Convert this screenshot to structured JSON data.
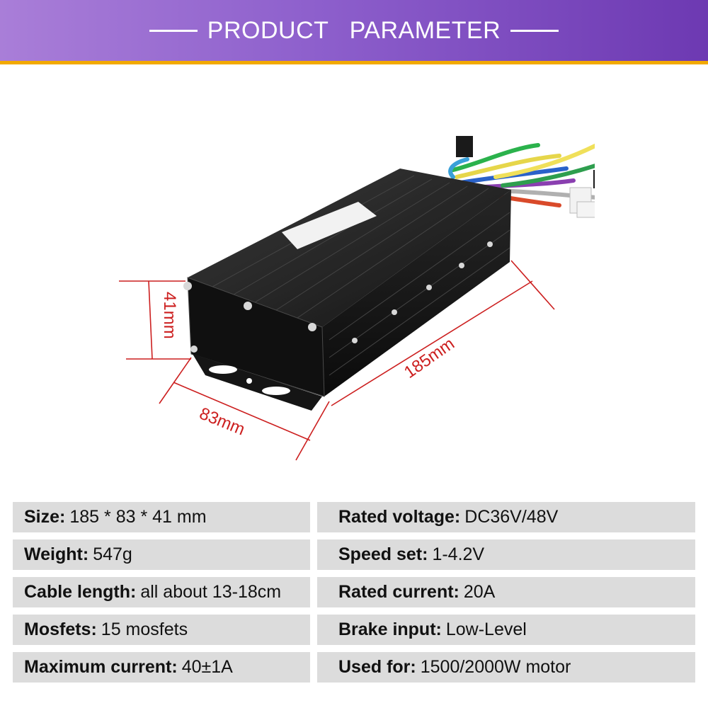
{
  "header": {
    "title": "PRODUCT   PARAMETER"
  },
  "dimensions": {
    "height": "41mm",
    "width": "83mm",
    "length": "185mm"
  },
  "colors": {
    "banner_start": "#a97ed8",
    "banner_end": "#6d39b2",
    "accent_stripe": "#f2a900",
    "dimension_lines": "#cc1f1f",
    "row_background": "#dcdcdc"
  },
  "params": [
    {
      "left": {
        "label": "Size:",
        "value": "185 * 83 * 41 mm"
      },
      "right": {
        "label": "Rated voltage:",
        "value": "DC36V/48V"
      }
    },
    {
      "left": {
        "label": "Weight:",
        "value": "547g"
      },
      "right": {
        "label": "Speed set:",
        "value": "1-4.2V"
      }
    },
    {
      "left": {
        "label": "Cable length:",
        "value": "all about 13-18cm"
      },
      "right": {
        "label": "Rated current:",
        "value": "20A"
      }
    },
    {
      "left": {
        "label": "Mosfets:",
        "value": "15 mosfets"
      },
      "right": {
        "label": "Brake input:",
        "value": "Low-Level"
      }
    },
    {
      "left": {
        "label": "Maximum current:",
        "value": "40±1A"
      },
      "right": {
        "label": "Used for:",
        "value": "1500/2000W motor"
      }
    }
  ]
}
